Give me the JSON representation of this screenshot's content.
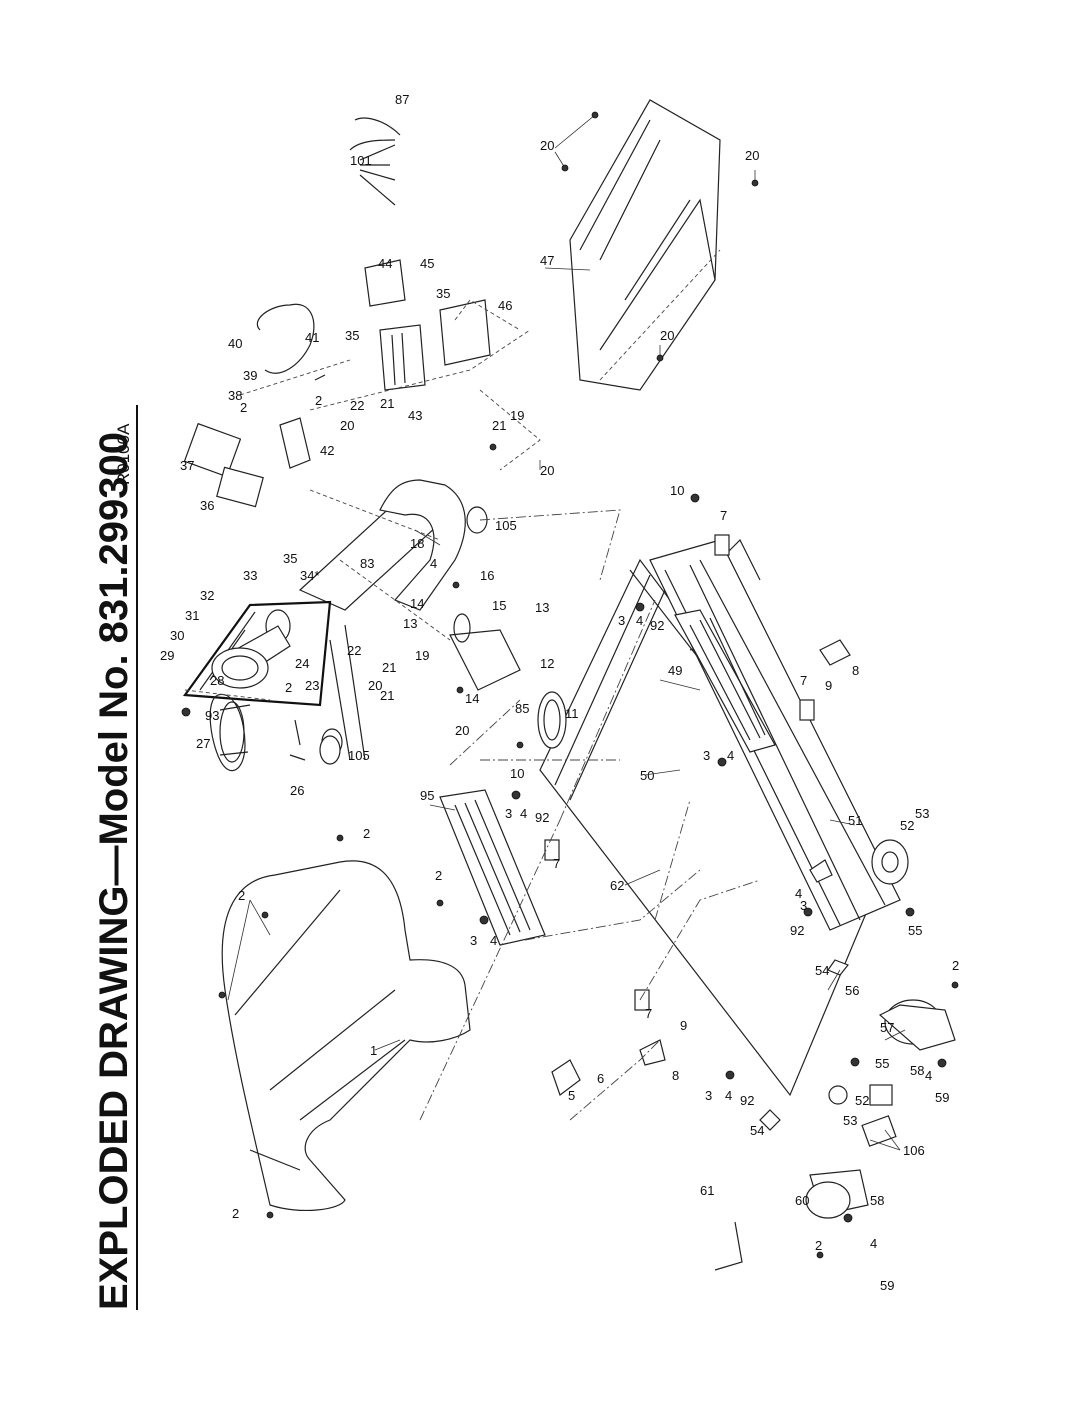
{
  "header": {
    "title": "EXPLODED DRAWING—Model No. 831.299300",
    "drawing_code": "R0100A"
  },
  "callouts": {
    "p1": "1",
    "p2": "2",
    "p3": "3",
    "p4": "4",
    "p5": "5",
    "p6": "6",
    "p7": "7",
    "p8": "8",
    "p9": "9",
    "p10": "10",
    "p11": "11",
    "p12": "12",
    "p13": "13",
    "p14": "14",
    "p15": "15",
    "p16": "16",
    "p18": "18",
    "p19": "19",
    "p20": "20",
    "p21": "21",
    "p22": "22",
    "p23": "23",
    "p24": "24",
    "p26": "26",
    "p27": "27",
    "p28": "28",
    "p29": "29",
    "p30": "30",
    "p31": "31",
    "p32": "32",
    "p33": "33",
    "p34": "34*",
    "p35": "35",
    "p36": "36",
    "p37": "37",
    "p38": "38",
    "p39": "39",
    "p40": "40",
    "p41": "41",
    "p42": "42",
    "p43": "43",
    "p44": "44",
    "p45": "45",
    "p46": "46",
    "p47": "47",
    "p49": "49",
    "p50": "50",
    "p51": "51",
    "p52": "52",
    "p53": "53",
    "p54": "54",
    "p55": "55",
    "p56": "56",
    "p57": "57",
    "p58": "58",
    "p59": "59",
    "p60": "60",
    "p61": "61",
    "p62": "62",
    "p83": "83",
    "p85": "85",
    "p87": "87",
    "p92": "92",
    "p93": "93",
    "p95": "95",
    "p101": "101",
    "p105": "105",
    "p106": "106"
  }
}
